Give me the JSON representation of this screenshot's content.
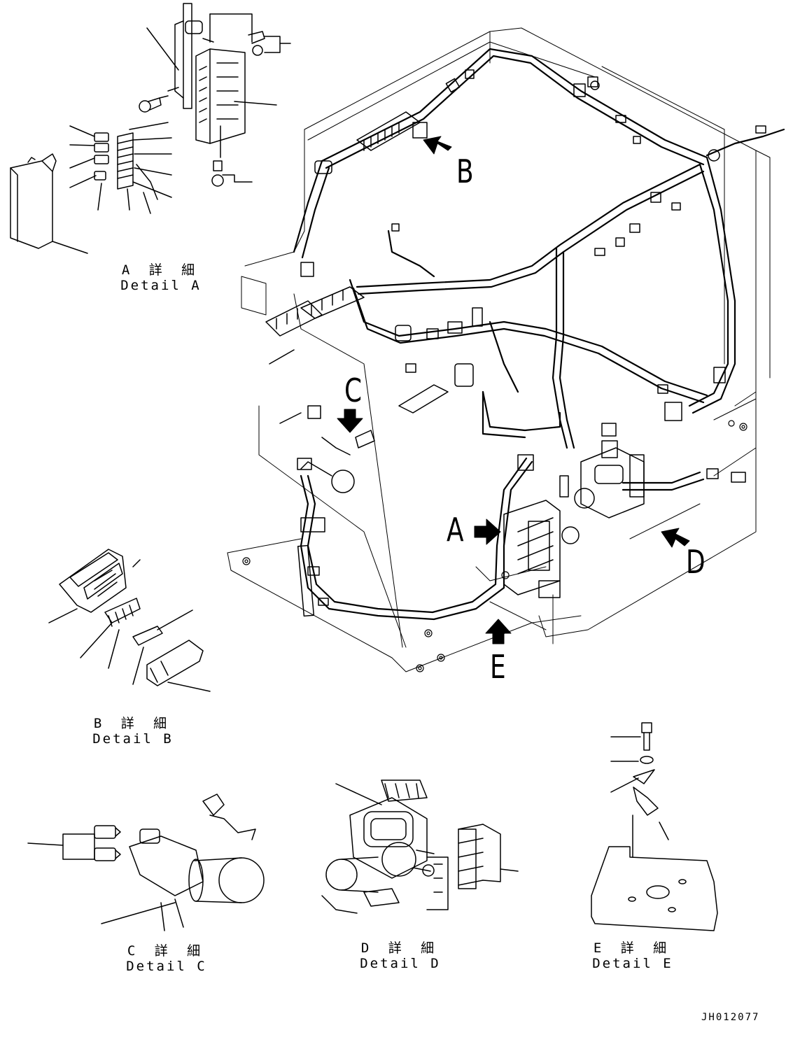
{
  "callouts": {
    "a": "A",
    "b": "B",
    "c": "C",
    "d": "D",
    "e": "E"
  },
  "details": {
    "a": {
      "jp": "A 詳 細",
      "en": "Detail A"
    },
    "b": {
      "jp": "B 詳 細",
      "en": "Detail B"
    },
    "c": {
      "jp": "C 詳 細",
      "en": "Detail C"
    },
    "d": {
      "jp": "D 詳 細",
      "en": "Detail D"
    },
    "e": {
      "jp": "E 詳 細",
      "en": "Detail E"
    }
  },
  "drawing_id": "JH012077"
}
